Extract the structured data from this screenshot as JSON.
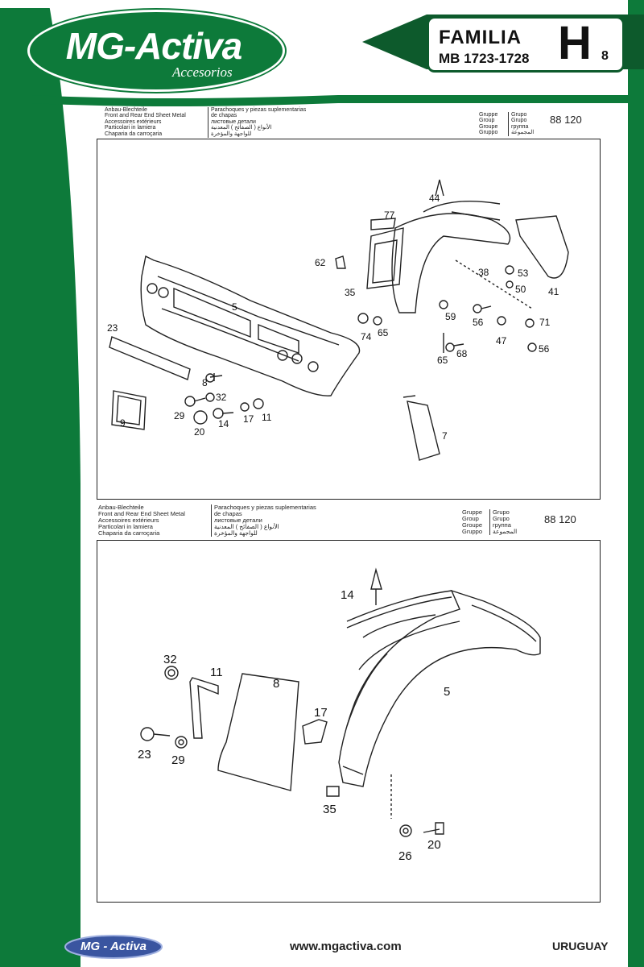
{
  "brand": {
    "logo_main": "MG-Activa",
    "logo_sub": "Accesorios",
    "footer_logo": "MG - Activa"
  },
  "familia": {
    "label": "FAMILIA",
    "letter": "H",
    "number": "8",
    "model": "MB 1723-1728"
  },
  "group_header": {
    "description_de": "Anbau-Blechteile",
    "description_en": "Front and Rear End Sheet Metal",
    "description_fr": "Accessoires extérieurs",
    "description_it": "Particolari in lamiera",
    "description_pt": "Chaparia da carroçaria",
    "description_es_1": "Parachoques y piezas suplementarias",
    "description_es_2": "de chapas",
    "description_ru": "листовые детали",
    "description_ar_1": "الأنواع ( الصفائح ) المعدنية",
    "description_ar_2": "للواجهة والمؤخرة",
    "group_label_1": "Gruppe",
    "group_label_2": "Group",
    "group_label_3": "Groupe",
    "group_label_4": "Gruppo",
    "group_label_5": "Grupo",
    "group_label_6": "Grupo",
    "group_label_7": "группа",
    "group_label_8": "المجموعة",
    "group_code": "88 120"
  },
  "top_callouts": [
    "44",
    "77",
    "62",
    "35",
    "38",
    "53",
    "50",
    "41",
    "5",
    "59",
    "56",
    "71",
    "74",
    "65",
    "47",
    "56",
    "23",
    "8",
    "32",
    "65",
    "68",
    "29",
    "14",
    "17",
    "11",
    "9",
    "20",
    "7"
  ],
  "bottom_callouts": [
    "14",
    "32",
    "11",
    "8",
    "5",
    "17",
    "23",
    "29",
    "35",
    "26",
    "20"
  ],
  "footer": {
    "url": "www.mgactiva.com",
    "country": "URUGUAY"
  },
  "colors": {
    "brand_green": "#0d7a3a",
    "dark_green": "#0d5a2c"
  }
}
